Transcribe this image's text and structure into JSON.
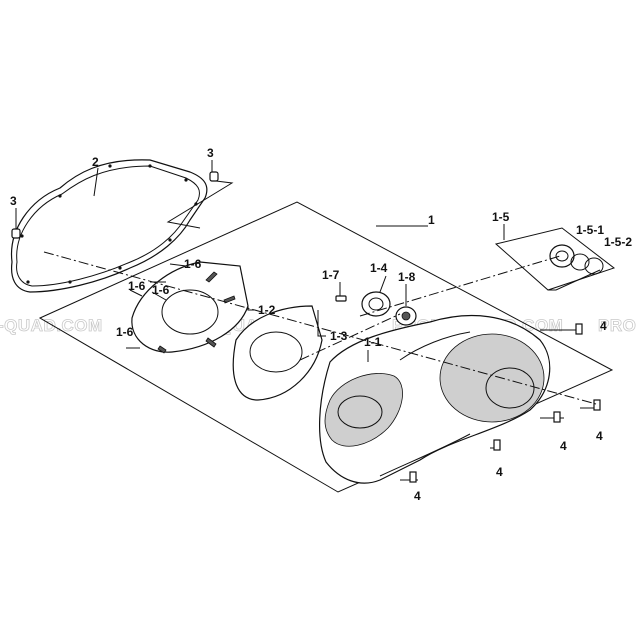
{
  "watermark": {
    "left": "-QUAD.COM",
    "center": "PROMO-QUAD.COM",
    "right": "PROMO-QUAD.COM",
    "far_right": "PRO"
  },
  "callouts": {
    "c2": "2",
    "c3_top": "3",
    "c3_left": "3",
    "c1": "1",
    "c1_5": "1-5",
    "c1_5_1": "1-5-1",
    "c1_5_2": "1-5-2",
    "c1_7": "1-7",
    "c1_4": "1-4",
    "c1_8": "1-8",
    "c1_6_a": "1-6",
    "c1_6_b": "1-6",
    "c1_6_c": "1-6",
    "c1_6_d": "1-6",
    "c1_2": "1-2",
    "c1_3": "1-3",
    "c1_1": "1-1",
    "c4_a": "4",
    "c4_b": "4",
    "c4_c": "4",
    "c4_d": "4",
    "c4_e": "4"
  }
}
